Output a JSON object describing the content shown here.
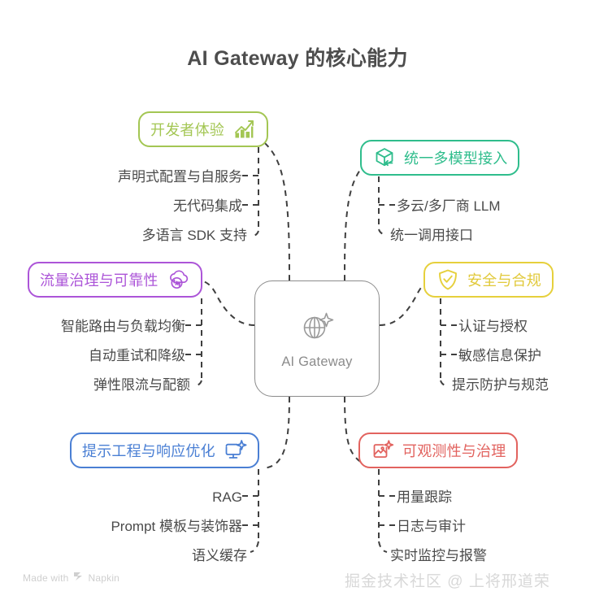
{
  "title": "AI Gateway 的核心能力",
  "center": {
    "label": "AI Gateway",
    "icon": "globe-sparkle-icon",
    "color": "#8c8c8c"
  },
  "branches": [
    {
      "id": "dev",
      "label": "开发者体验",
      "icon": "bar-chart-growth-icon",
      "color": "#a3c653",
      "icon_side": "right",
      "items": [
        "声明式配置与自服务",
        "无代码集成",
        "多语言 SDK 支持"
      ]
    },
    {
      "id": "model",
      "label": "统一多模型接入",
      "icon": "cube-arrow-in-icon",
      "color": "#2fbd8c",
      "icon_side": "left",
      "items": [
        "多云/多厂商 LLM",
        "统一调用接口"
      ]
    },
    {
      "id": "traffic",
      "label": "流量治理与可靠性",
      "icon": "cloud-sync-icon",
      "color": "#ac55d8",
      "icon_side": "right",
      "items": [
        "智能路由与负载均衡",
        "自动重试和降级",
        "弹性限流与配额"
      ]
    },
    {
      "id": "security",
      "label": "安全与合规",
      "icon": "shield-check-icon",
      "color": "#e6d03c",
      "icon_side": "left",
      "items": [
        "认证与授权",
        "敏感信息保护",
        "提示防护与规范"
      ]
    },
    {
      "id": "prompt",
      "label": "提示工程与响应优化",
      "icon": "monitor-sparkle-icon",
      "color": "#4a7fd4",
      "icon_side": "right",
      "items": [
        "RAG",
        "Prompt 模板与装饰器",
        "语义缓存"
      ]
    },
    {
      "id": "observe",
      "label": "可观测性与治理",
      "icon": "image-sparkle-icon",
      "color": "#e2635f",
      "icon_side": "left",
      "items": [
        "用量跟踪",
        "日志与审计",
        "实时监控与报警"
      ]
    }
  ],
  "watermarks": {
    "napkin": "Made with",
    "napkin_brand": "Napkin",
    "napkin_icon": "napkin-logo-icon",
    "community": "掘金技术社区 @ 上将邢道荣"
  },
  "connector_color": "#3f3f3f"
}
